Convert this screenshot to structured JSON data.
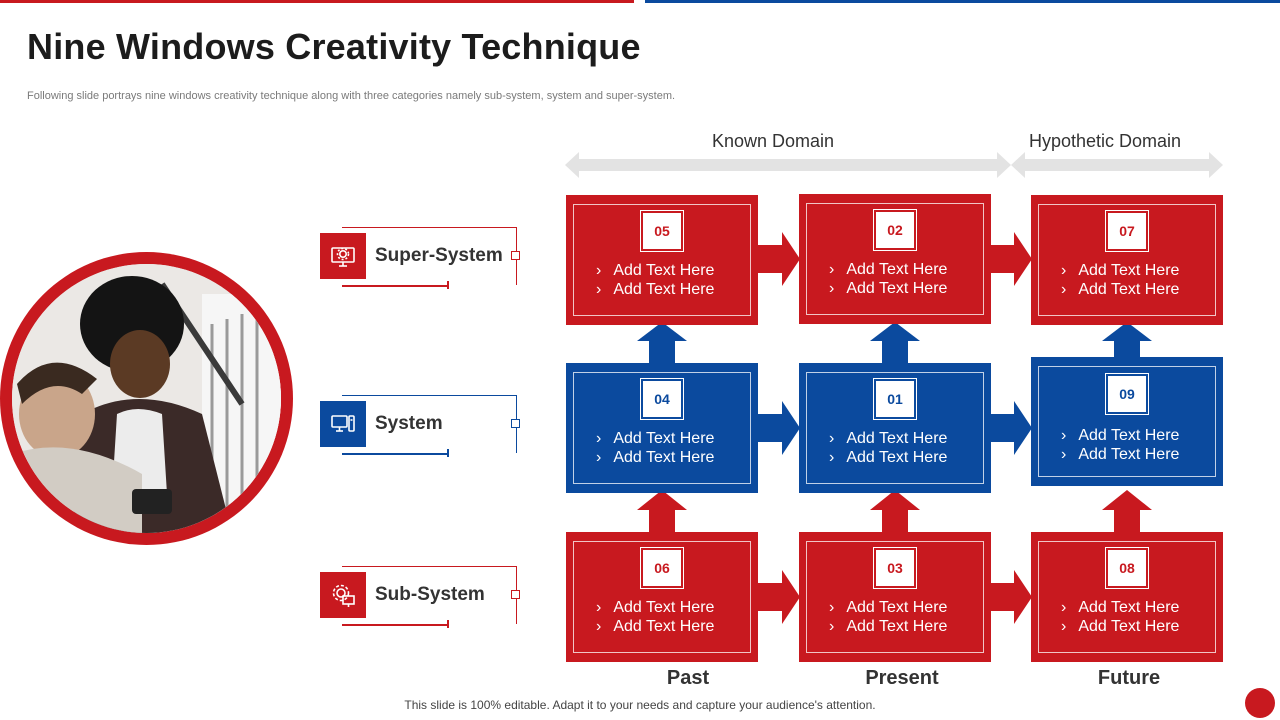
{
  "title": "Nine Windows Creativity Technique",
  "subtitle": "Following slide portrays nine windows creativity technique along with three categories namely sub-system, system and super-system.",
  "domains": {
    "known": "Known Domain",
    "hypothetic": "Hypothetic Domain"
  },
  "rows": {
    "super": "Super-System",
    "system": "System",
    "sub": "Sub-System"
  },
  "columns": {
    "past": "Past",
    "present": "Present",
    "future": "Future"
  },
  "boxes": {
    "b05": {
      "num": "05",
      "l1": "Add Text Here",
      "l2": "Add Text Here"
    },
    "b02": {
      "num": "02",
      "l1": "Add Text Here",
      "l2": "Add Text Here"
    },
    "b07": {
      "num": "07",
      "l1": "Add Text Here",
      "l2": "Add Text Here"
    },
    "b04": {
      "num": "04",
      "l1": "Add Text Here",
      "l2": "Add Text Here"
    },
    "b01": {
      "num": "01",
      "l1": "Add Text Here",
      "l2": "Add Text Here"
    },
    "b09": {
      "num": "09",
      "l1": "Add Text Here",
      "l2": "Add Text Here"
    },
    "b06": {
      "num": "06",
      "l1": "Add Text Here",
      "l2": "Add Text Here"
    },
    "b03": {
      "num": "03",
      "l1": "Add Text Here",
      "l2": "Add Text Here"
    },
    "b08": {
      "num": "08",
      "l1": "Add Text Here",
      "l2": "Add Text Here"
    }
  },
  "footer": "This slide is 100% editable. Adapt it to your needs and capture your audience's attention.",
  "colors": {
    "red": "#c8191f",
    "blue": "#0b4a9e",
    "grey_arrow": "#e3e3e3"
  },
  "icons": {
    "super": "monitor-gear-icon",
    "system": "computer-icon",
    "sub": "gear-presentation-icon"
  }
}
